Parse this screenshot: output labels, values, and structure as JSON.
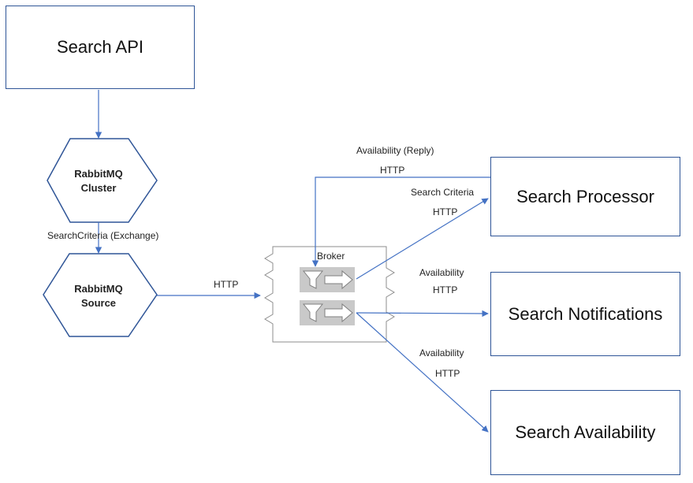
{
  "nodes": {
    "search_api": "Search API",
    "rabbitmq_cluster": [
      "RabbitMQ",
      "Cluster"
    ],
    "rabbitmq_source": [
      "RabbitMQ",
      "Source"
    ],
    "broker": "Broker",
    "search_processor": "Search Processor",
    "search_notifications": "Search Notifications",
    "search_availability": "Search Availability"
  },
  "edges": {
    "cluster_to_source": "SearchCriteria (Exchange)",
    "source_to_broker": "HTTP",
    "reply_label": "Availability (Reply)",
    "reply_protocol": "HTTP",
    "criteria_label": "Search Criteria",
    "criteria_protocol": "HTTP",
    "notif_label": "Availability",
    "notif_protocol": "HTTP",
    "avail_label": "Availability",
    "avail_protocol": "HTTP"
  },
  "colors": {
    "border": "#2f5597",
    "arrow": "#4472c4",
    "filter_bg": "#c9c9c9"
  }
}
